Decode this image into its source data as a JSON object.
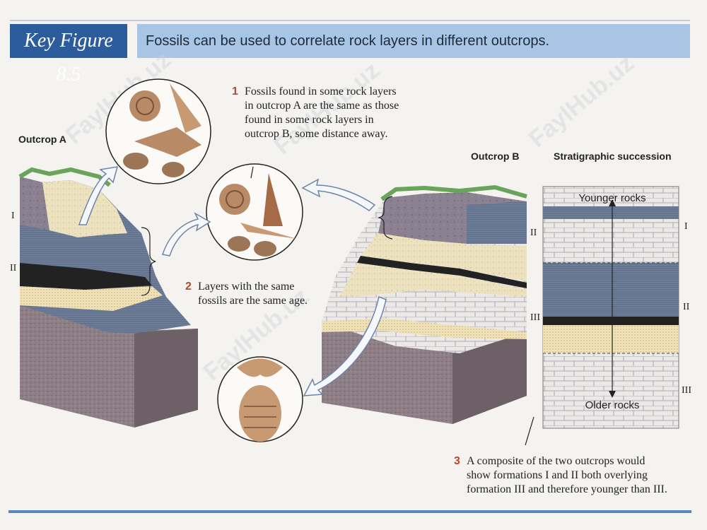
{
  "header": {
    "key_label": "Key Figure 8.5",
    "title": "Fossils can be used to correlate rock layers in different outcrops."
  },
  "outcrop_a": {
    "label": "Outcrop A",
    "layers": [
      "I",
      "II"
    ]
  },
  "outcrop_b": {
    "label": "Outcrop B",
    "layers": [
      "II",
      "III"
    ]
  },
  "succession": {
    "label": "Stratigraphic succession",
    "top_text": "Younger rocks",
    "bottom_text": "Older rocks",
    "layers": [
      "I",
      "II",
      "III"
    ]
  },
  "steps": [
    {
      "num": "1",
      "line1": "Fossils found in some rock layers",
      "line2": "in outcrop A are the same as those",
      "line3": "found in some rock layers in",
      "line4": "outcrop B, some distance away."
    },
    {
      "num": "2",
      "line1": "Layers with the same",
      "line2": "fossils are the same age."
    },
    {
      "num": "3",
      "line1": "A composite of the two outcrops would",
      "line2": "show formations I and II both overlying",
      "line3": "formation III and therefore younger than III."
    }
  ],
  "colors": {
    "header_dark": "#2c5c9c",
    "header_light": "#a9c5e6",
    "number": "#b8462e",
    "rule": "#5b86bd"
  }
}
